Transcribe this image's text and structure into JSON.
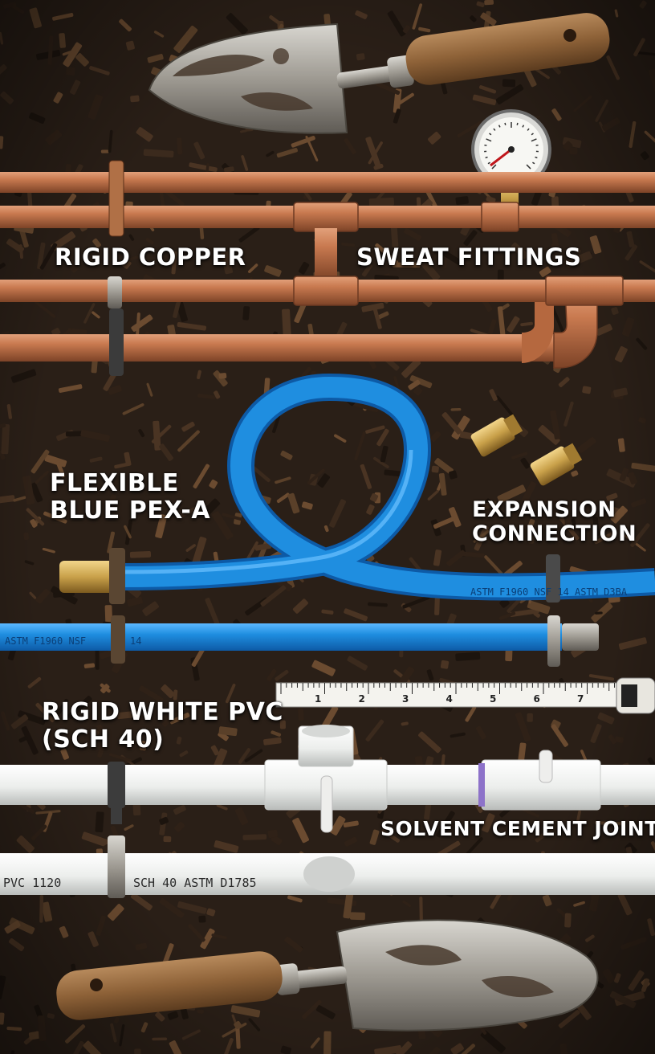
{
  "labels": {
    "rigid_copper": "RIGID COPPER",
    "sweat_fittings": "SWEAT FITTINGS",
    "flexible_pex_line1": "FLEXIBLE",
    "flexible_pex_line2": "BLUE PEX-A",
    "expansion_line1": "EXPANSION",
    "expansion_line2": "CONNECTION",
    "pvc_line1": "RIGID WHITE PVC",
    "pvc_line2": "(SCH 40)",
    "solvent_joint": "SOLVENT CEMENT JOINT"
  },
  "pipe_print": {
    "pex_upper": "ASTM F1960 NSF 14 ASTM D3BA",
    "pex_lower_a": "ASTM F1960 NSF",
    "pex_lower_b": "14",
    "pvc_a": "PVC 1120",
    "pvc_b": "SCH 40 ASTM D1785"
  },
  "ruler": {
    "numbers": [
      "1",
      "2",
      "3",
      "4",
      "5",
      "6",
      "7"
    ]
  },
  "colors": {
    "mulch": "#2a1f17",
    "copper": "#c7794f",
    "pex_blue": "#1f8ee0",
    "pvc_white": "#f1f1ef",
    "brass": "#c9a14a"
  }
}
